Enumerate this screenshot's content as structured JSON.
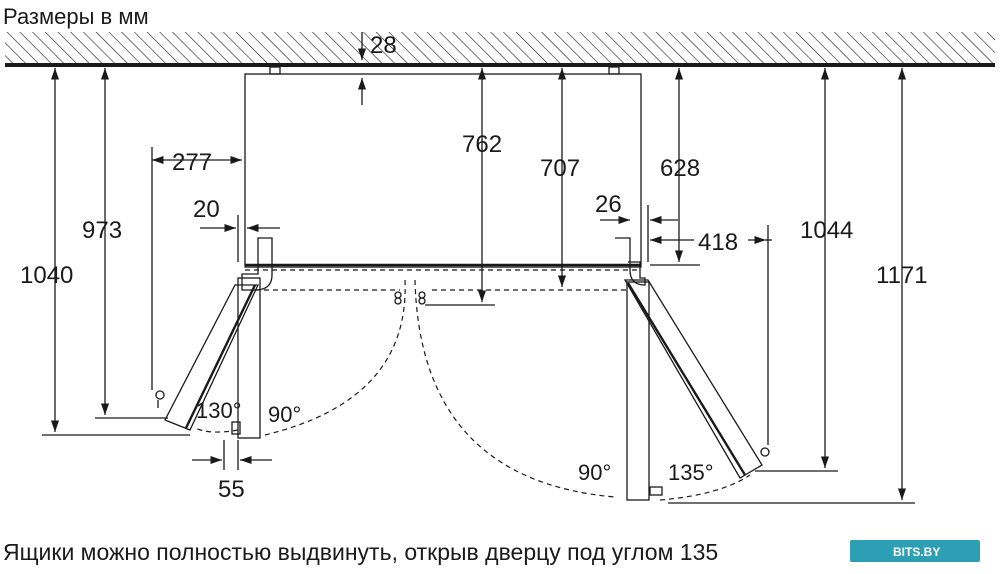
{
  "header": {
    "title": "Размеры в мм"
  },
  "dimensions": {
    "top_gap": "28",
    "left_open_width": "277",
    "left_small": "20",
    "left_gap": "55",
    "left_depth_973": "973",
    "left_depth_1040": "1040",
    "center_depth_762": "762",
    "center_depth_707": "707",
    "right_628": "628",
    "right_small": "26",
    "right_open_width": "418",
    "right_depth_1044": "1044",
    "right_depth_1171": "1171"
  },
  "angles": {
    "left_open": "130°",
    "left_right_angle": "90°",
    "right_right_angle": "90°",
    "right_open": "135°"
  },
  "footer": {
    "caption": "Ящики можно полностью выдвинуть, открыв дверцу под углом 135"
  },
  "watermark": {
    "text": "BITS.BY"
  },
  "colors": {
    "line": "#1a1a1a",
    "watermark_bg": "#2c9fb5"
  }
}
